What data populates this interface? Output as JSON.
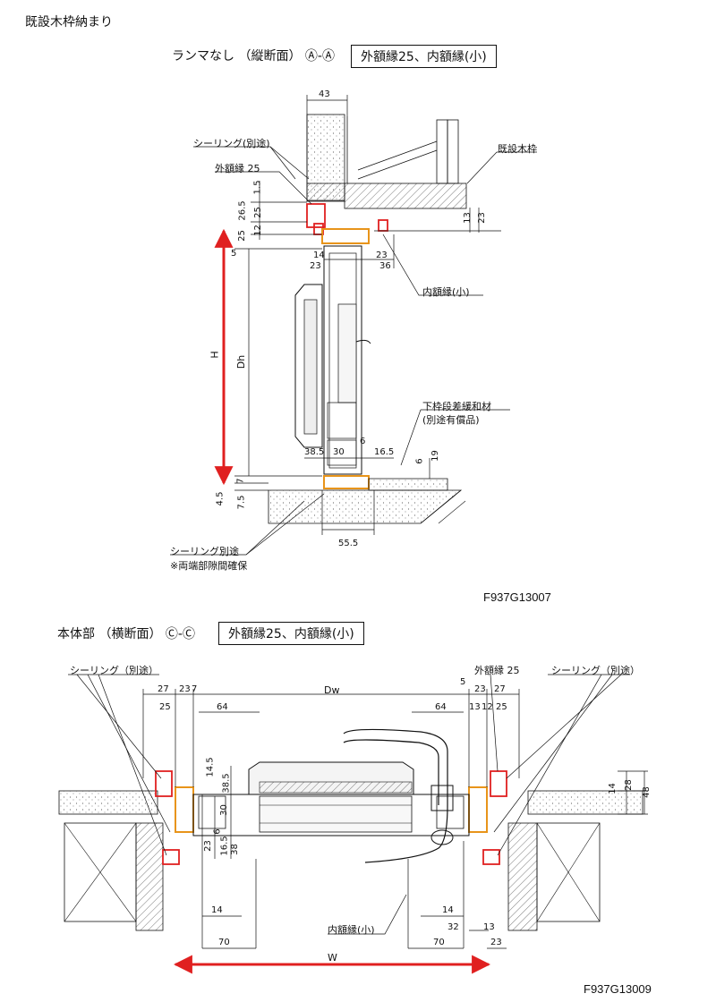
{
  "title": "既設木枠納まり",
  "section1": {
    "label": "ランマなし （縦断面） Ⓐ-Ⓐ",
    "box": "外額縁25、内額縁(小)",
    "code": "F937G13007",
    "callouts": {
      "sealing": "シーリング(別途)",
      "outer_frame": "外額縁 25",
      "existing_frame": "既設木枠",
      "inner_frame": "内額縁(小)",
      "sill_material_1": "下枠段差緩和材",
      "sill_material_2": "(別途有償品)",
      "sealing_bottom": "シーリング別途",
      "gap_note": "※両端部隙間確保"
    },
    "dims": {
      "d43": "43",
      "d1_5": "1.5",
      "d26_5": "26.5",
      "d25a": "25",
      "d12": "12",
      "d25b": "25",
      "d5": "5",
      "d14": "14",
      "d23a": "23",
      "d23b": "23",
      "d36": "36",
      "d13": "13",
      "d23c": "23",
      "H": "H",
      "Dh": "Dh",
      "d38_5": "38.5",
      "d30": "30",
      "d6a": "6",
      "d16_5": "16.5",
      "d6b": "6",
      "d19": "19",
      "d7": "7",
      "d4_5": "4.5",
      "d7_5": "7.5",
      "d55_5": "55.5"
    }
  },
  "section2": {
    "label": "本体部 （横断面） Ⓒ-Ⓒ",
    "box": "外額縁25、内額縁(小)",
    "code": "F937G13009",
    "callouts": {
      "sealing_left": "シーリング（別途）",
      "outer_frame": "外額縁 25",
      "sealing_right": "シーリング（別途）",
      "inner_frame": "内額縁(小)"
    },
    "dims": {
      "d27l": "27",
      "d23l": "23",
      "d7l": "7",
      "Dw": "Dw",
      "d5r": "5",
      "d23r": "23",
      "d27r": "27",
      "d25l": "25",
      "d64l": "64",
      "d64r": "64",
      "d13r": "13",
      "d12r": "12",
      "d25r": "25",
      "d14_5": "14.5",
      "d38_5": "38.5",
      "d30": "30",
      "d6": "6",
      "d23v": "23",
      "d16_5": "16.5",
      "d38": "38",
      "d14a": "14",
      "d28": "28",
      "d48": "48",
      "d14l": "14",
      "d14r": "14",
      "d32": "32",
      "d13b": "13",
      "d70l": "70",
      "d70r": "70",
      "d23b": "23",
      "W": "W"
    }
  },
  "colors": {
    "accent_red": "#e02020",
    "frame_orange": "#e8941a",
    "line": "#111111"
  }
}
